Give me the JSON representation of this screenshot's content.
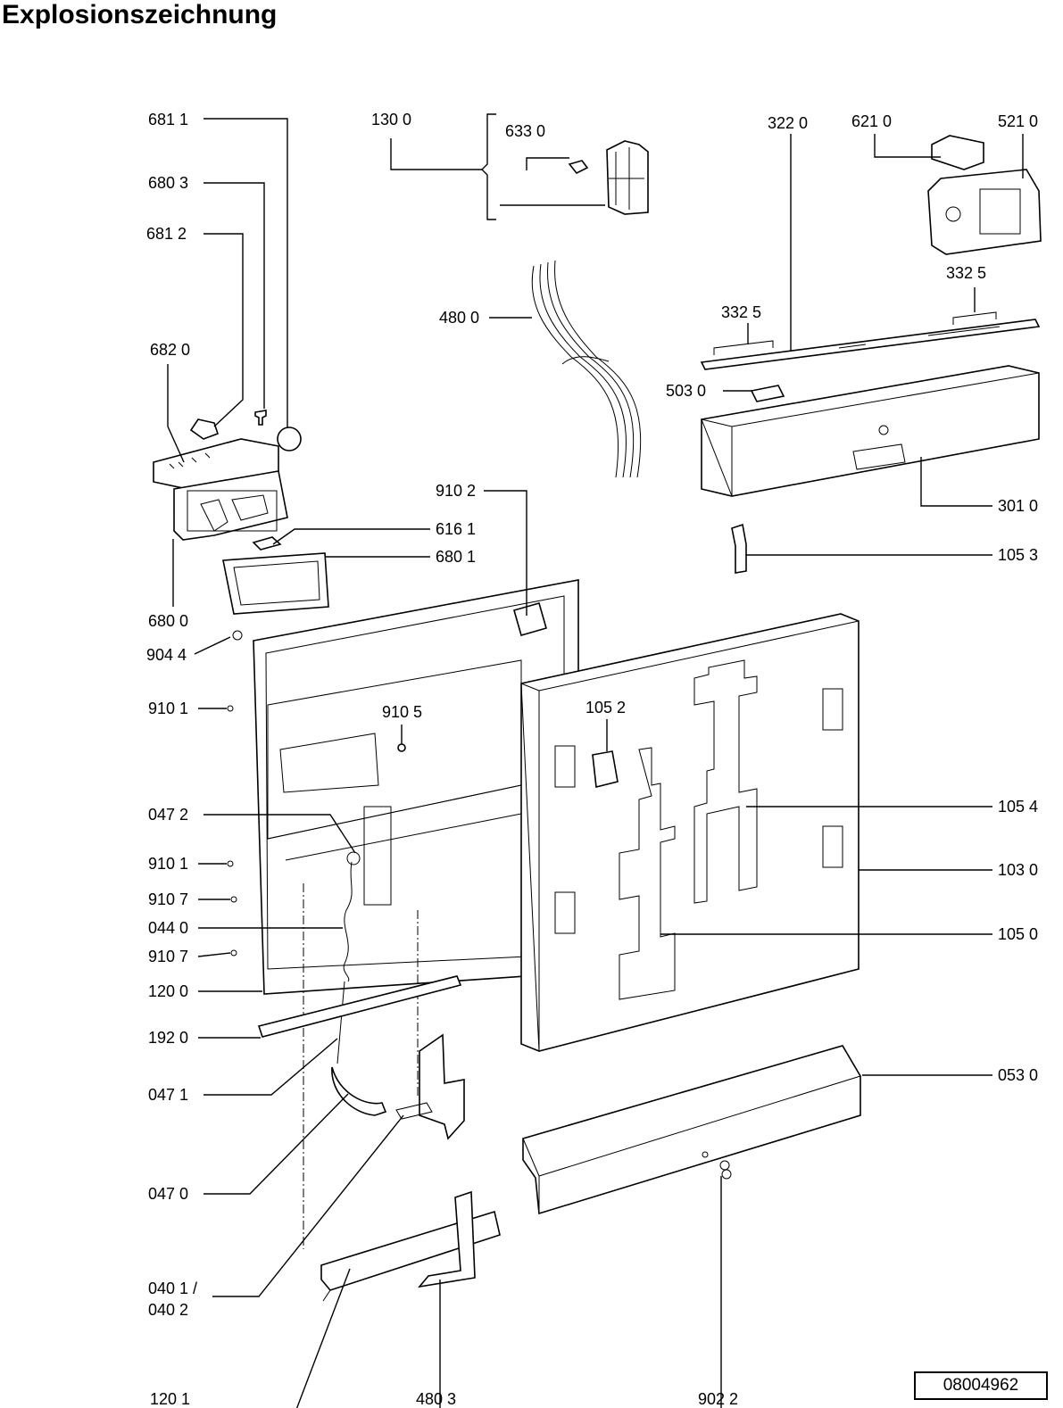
{
  "title": "Explosionszeichnung",
  "document_number": "08004962",
  "labels": [
    "681 1",
    "680 3",
    "681 2",
    "682 0",
    "680 0",
    "616 1",
    "680 1",
    "904 4",
    "910 1",
    "910 5",
    "047 2",
    "910 1",
    "910 7",
    "044 0",
    "910 7",
    "120 0",
    "192 0",
    "047 1",
    "047 0",
    "040 1 /",
    "040 2",
    "120 1",
    "480 3",
    "902 2",
    "130 0",
    "633 0",
    "480 0",
    "910 2",
    "105 2",
    "322  0",
    "621 0",
    "521 0",
    "332  5",
    "332  5",
    "503  0",
    "301 0",
    "105 3",
    "105 4",
    "103 0",
    "105 0",
    "053 0"
  ]
}
